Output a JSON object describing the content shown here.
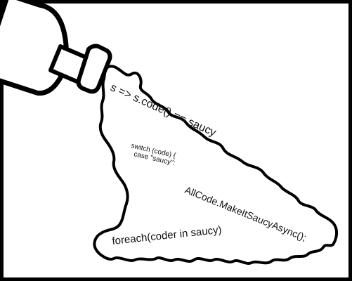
{
  "illustration": {
    "colors": {
      "frame": "#000000",
      "background": "#ffffff",
      "ink": "#111111"
    },
    "icons": [
      "bottle-icon",
      "sauce-splash-icon"
    ],
    "texts": {
      "lambda": "s => s.code() == saucy",
      "switch_line": "switch (code) {",
      "case_line": "case \"saucy\":",
      "method_call": "AllCode.MakeItSaucyAsync();",
      "foreach_line": "foreach(coder in saucy)"
    }
  }
}
